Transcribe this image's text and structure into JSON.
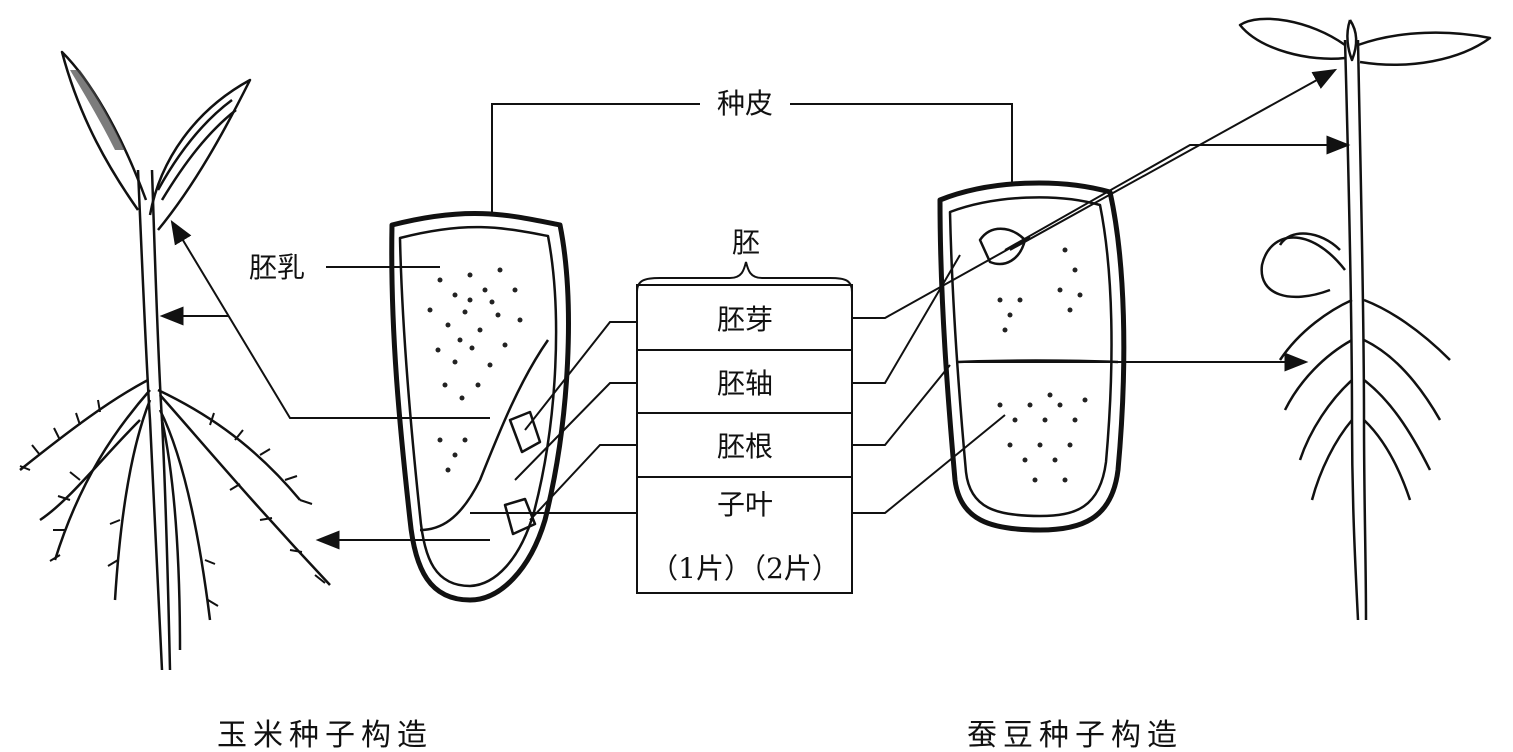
{
  "labels": {
    "seed_coat": "种皮",
    "embryo": "胚",
    "endosperm": "胚乳",
    "plumule": "胚芽",
    "hypocotyl": "胚轴",
    "radicle": "胚根",
    "cotyledon": "子叶",
    "cotyledon_count": "（1片）（2片）"
  },
  "captions": {
    "corn": "玉米种子构造",
    "broad_bean": "蚕豆种子构造"
  }
}
